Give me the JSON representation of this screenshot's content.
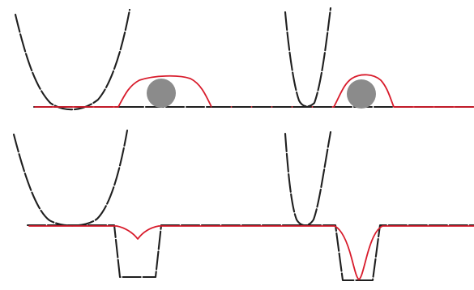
{
  "colors": {
    "black": "#1f1f1f",
    "red": "#d81b2b",
    "particle": "#8b8b8b",
    "background": "#ffffff"
  },
  "panels": [
    {
      "name": "top-panel",
      "wells": [
        {
          "name": "left-harmonic-well",
          "shape": "wide-parabola"
        },
        {
          "name": "right-harmonic-well",
          "shape": "narrow-parabola"
        }
      ],
      "barriers": [
        {
          "name": "left-barrier",
          "shape": "rounded-bump",
          "particle": true
        },
        {
          "name": "right-barrier",
          "shape": "narrow-rounded-bump",
          "particle": true
        }
      ]
    },
    {
      "name": "bottom-panel",
      "wells": [
        {
          "name": "left-harmonic-well",
          "shape": "wide-parabola"
        },
        {
          "name": "right-harmonic-well",
          "shape": "narrow-parabola"
        }
      ],
      "dips": [
        {
          "name": "left-square-well",
          "shape": "wide-square-dip"
        },
        {
          "name": "right-square-well",
          "shape": "narrow-square-dip"
        }
      ]
    }
  ]
}
